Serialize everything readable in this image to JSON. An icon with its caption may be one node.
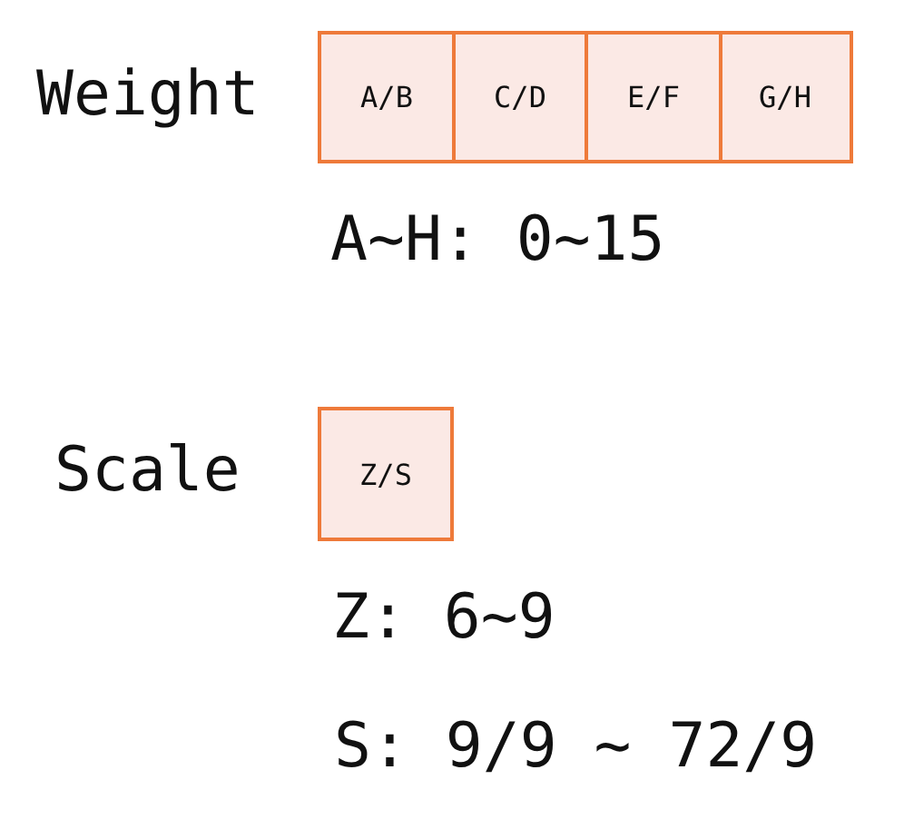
{
  "diagram": {
    "nodes": [
      {
        "text": [
          "A/B"
        ]
      },
      {
        "text": [
          "C/D"
        ]
      },
      {
        "text": [
          "E/F"
        ]
      },
      {
        "text": [
          "G/H"
        ]
      },
      {
        "text": [
          "Z/S"
        ]
      }
    ],
    "labels": [
      "Weight",
      "A~H: 0~15",
      "Scale",
      "Z: 6~9",
      "S: 9/9 ~ 72/9"
    ]
  }
}
